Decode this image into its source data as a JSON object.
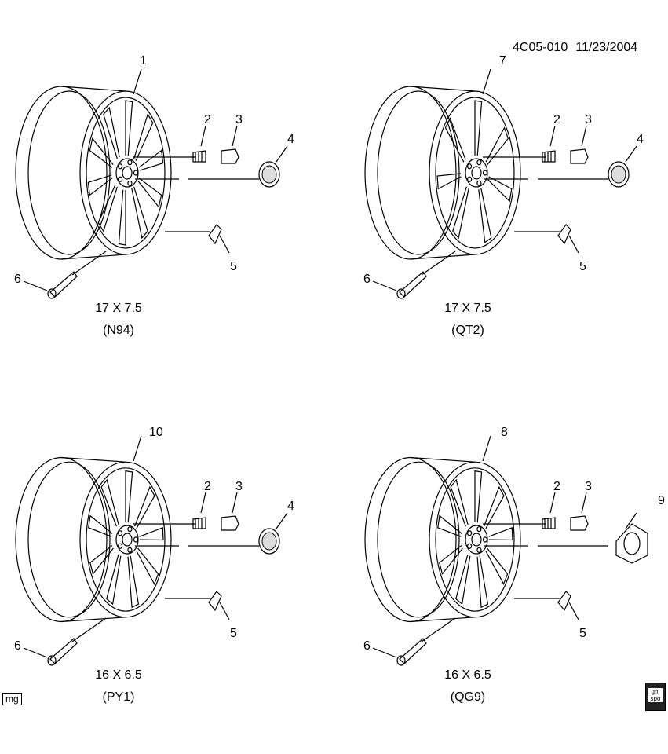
{
  "header": {
    "code": "4C05-010",
    "date": "11/23/2004"
  },
  "logos": {
    "left_mark": "mg",
    "right_mark_text": "gm spo"
  },
  "wheels": [
    {
      "variant": "17 X 7.5",
      "code": "(N94)",
      "callouts": {
        "wheel": "1",
        "bolt": "2",
        "nut": "3",
        "cap": "4",
        "weight": "5",
        "valve": "6"
      }
    },
    {
      "variant": "17 X 7.5",
      "code": "(QT2)",
      "callouts": {
        "wheel": "7",
        "bolt": "2",
        "nut": "3",
        "cap": "4",
        "weight": "5",
        "valve": "6"
      }
    },
    {
      "variant": "16 X 6.5",
      "code": "(PY1)",
      "callouts": {
        "wheel": "10",
        "bolt": "2",
        "nut": "3",
        "cap": "4",
        "weight": "5",
        "valve": "6"
      }
    },
    {
      "variant": "16 X 6.5",
      "code": "(QG9)",
      "callouts": {
        "wheel": "8",
        "bolt": "2",
        "nut": "3",
        "cap": "9",
        "weight": "5",
        "valve": "6"
      }
    }
  ]
}
